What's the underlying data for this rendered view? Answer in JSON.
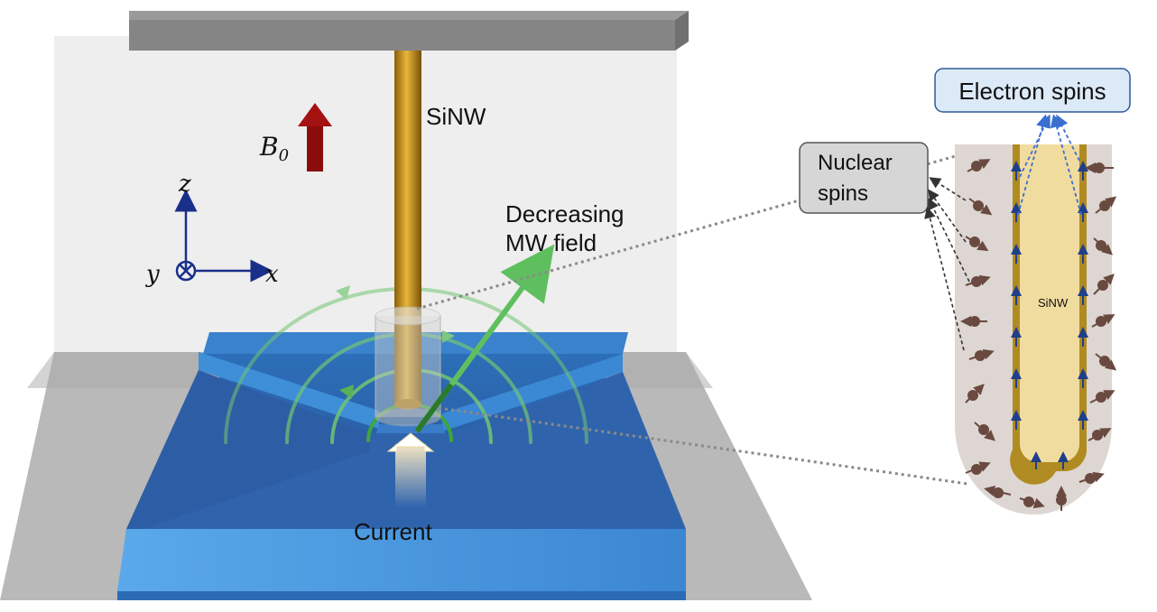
{
  "labels": {
    "sinw": "SiNW",
    "b_field": "B",
    "b_sub": "0",
    "axis_z": "z",
    "axis_y": "y",
    "axis_x": "x",
    "mw_line1": "Decreasing",
    "mw_line2": "MW field",
    "current": "Current",
    "electron_spins": "Electron spins",
    "nuclear_line1": "Nuclear",
    "nuclear_line2": "spins",
    "inset_sinw": "SiNW"
  },
  "colors": {
    "backwall": "#eeeeee",
    "beam": "#858585",
    "floor": "#b9b9b9",
    "stripline": "#3e8ed8",
    "nanowire": "#c8961c",
    "b_arrow": "#8b0c0c",
    "axis": "#1a2f8a",
    "mw_field": "#72c472",
    "inset_shell": "#ddd6d2",
    "inset_core": "#f1dca0",
    "electron_box": "#dceaf7",
    "nuclear_box": "#d6d6d6"
  }
}
